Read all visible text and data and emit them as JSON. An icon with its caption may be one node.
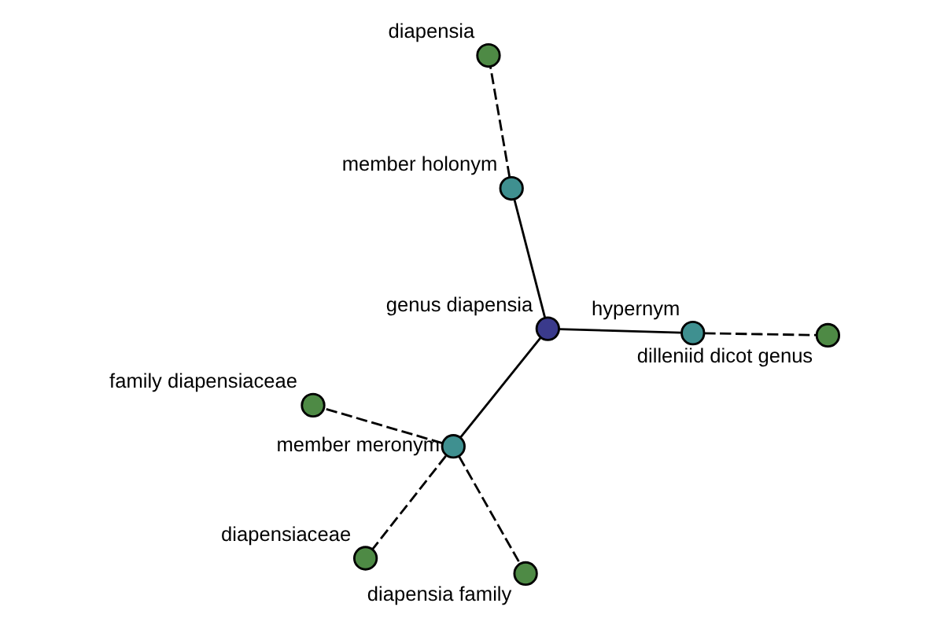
{
  "diagram": {
    "nodes": [
      {
        "text": [],
        "shape": "circle",
        "beside": [
          "genus diapensia"
        ]
      },
      {
        "text": [],
        "shape": "circle",
        "beside": [
          "hypernym"
        ]
      },
      {
        "text": [],
        "shape": "circle",
        "beside": [
          "dilleniid dicot genus"
        ]
      },
      {
        "text": [],
        "shape": "circle",
        "beside": [
          "member holonym"
        ]
      },
      {
        "text": [],
        "shape": "circle",
        "beside": [
          "diapensia"
        ]
      },
      {
        "text": [],
        "shape": "circle",
        "beside": [
          "member meronym"
        ]
      },
      {
        "text": [],
        "shape": "circle",
        "beside": [
          "family diapensiaceae"
        ]
      },
      {
        "text": [],
        "shape": "circle",
        "beside": [
          "diapensia family"
        ]
      },
      {
        "text": [],
        "shape": "circle",
        "beside": [
          "diapensiaceae"
        ]
      }
    ],
    "edges": [
      {
        "from": 0,
        "to": 1,
        "arrow": "none"
      },
      {
        "from": 1,
        "to": 2,
        "arrow": "none",
        "style": "dashed"
      },
      {
        "from": 0,
        "to": 3,
        "arrow": "none"
      },
      {
        "from": 3,
        "to": 4,
        "arrow": "none",
        "style": "dashed"
      },
      {
        "from": 0,
        "to": 5,
        "arrow": "none"
      },
      {
        "from": 5,
        "to": 6,
        "arrow": "none",
        "style": "dashed"
      },
      {
        "from": 5,
        "to": 7,
        "arrow": "none",
        "style": "dashed"
      },
      {
        "from": 5,
        "to": 8,
        "arrow": "none",
        "style": "dashed"
      }
    ]
  }
}
